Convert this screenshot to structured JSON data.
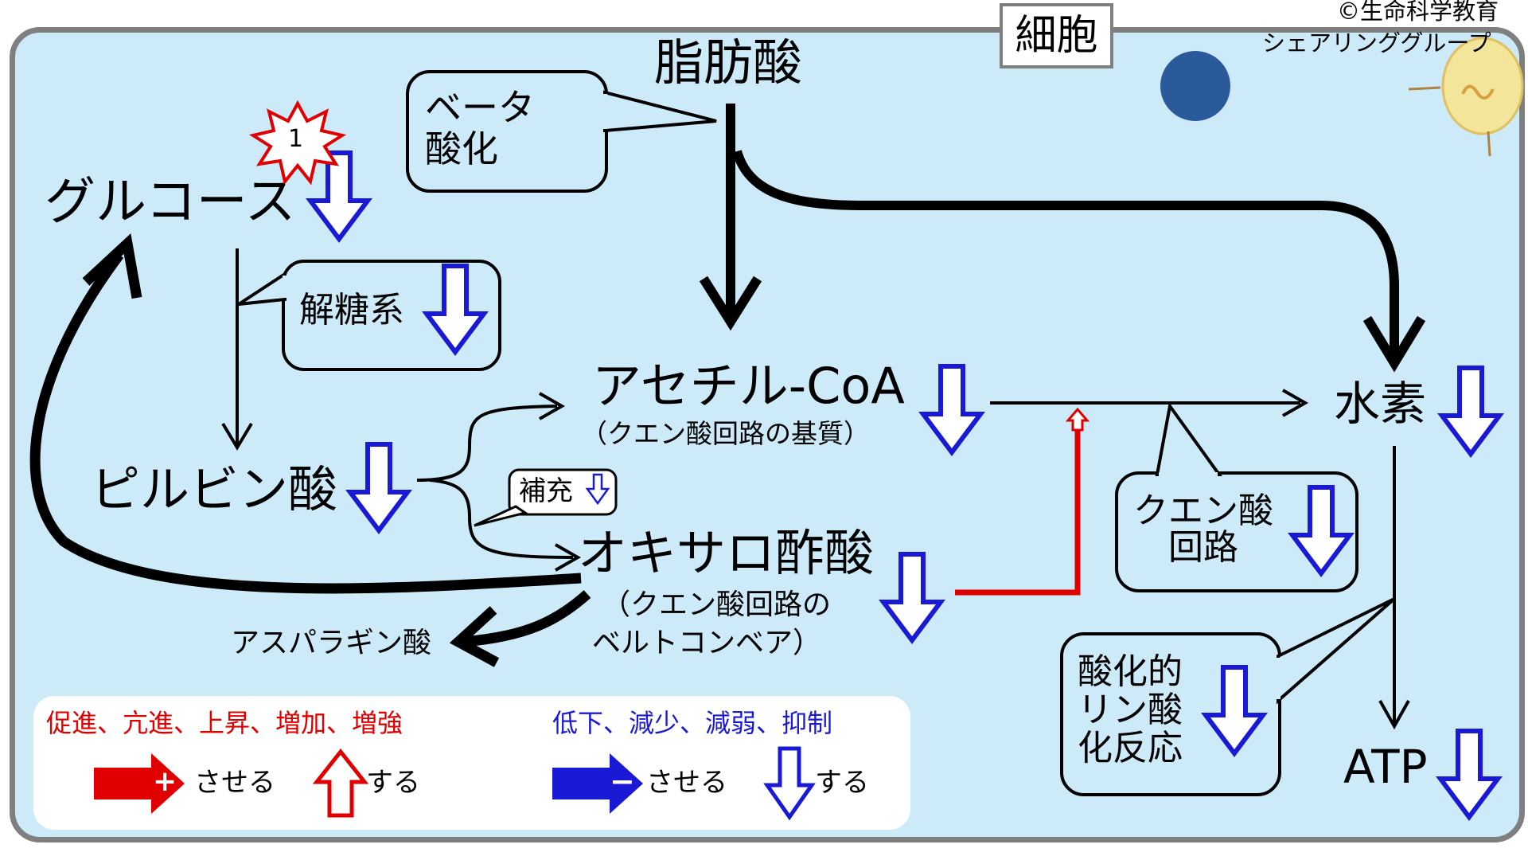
{
  "copyright": {
    "line1": "©生命科学教育",
    "line2": "シェアリンググループ"
  },
  "cell_label": "細胞",
  "nodes": {
    "fatty_acid": "脂肪酸",
    "glucose": "グルコース",
    "pyruvate": "ピルビン酸",
    "acetyl_coa": "アセチル-CoA",
    "acetyl_coa_note": "（クエン酸回路の基質）",
    "oxaloacetate": "オキサロ酢酸",
    "oxaloacetate_note_1": "（クエン酸回路の",
    "oxaloacetate_note_2": "ベルトコンベア）",
    "aspartate": "アスパラギン酸",
    "hydrogen": "水素",
    "atp": "ATP"
  },
  "badge": "1",
  "callouts": {
    "beta_oxidation_1": "ベータ",
    "beta_oxidation_2": "酸化",
    "glycolysis": "解糖系",
    "replenish": "補充",
    "tca_1": "クエン酸",
    "tca_2": "回路",
    "oxphos_1": "酸化的",
    "oxphos_2": "リン酸",
    "oxphos_3": "化反応"
  },
  "legend": {
    "increase_title": "促進、亢進、上昇、増加、増強",
    "decrease_title": "低下、減少、減弱、抑制",
    "causes": "させる",
    "does": "する",
    "plus": "+",
    "minus": "−"
  },
  "colors": {
    "cell_fill": "#cdeaf9",
    "cell_border": "#7f7f7f",
    "increase": "#e00000",
    "decrease": "#1a1ad6",
    "nucleus": "#2a5a9a"
  },
  "icons": [
    "down-arrow-icon",
    "up-arrow-icon",
    "plus-arrow-icon",
    "minus-arrow-icon",
    "explosion-badge-icon",
    "chick-mascot-icon",
    "nucleus-icon"
  ]
}
